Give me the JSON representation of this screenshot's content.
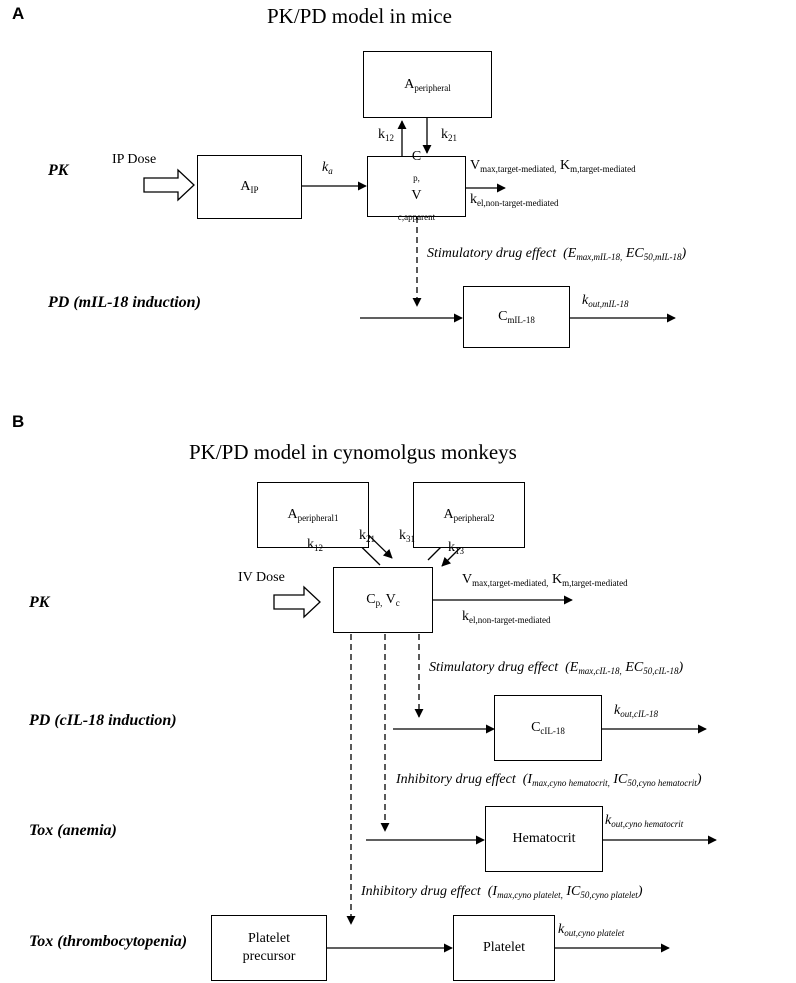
{
  "panelA": {
    "letter": "A",
    "title": "PK/PD model in mice",
    "rows": {
      "pk": "PK",
      "pd": "PD (mIL-18 induction)"
    },
    "input": "IP Dose",
    "boxes": {
      "peripheral": {
        "main": "A",
        "sub": "peripheral"
      },
      "ip": {
        "main": "A",
        "sub": "IP"
      },
      "central_line1_main": "C",
      "central_line1_sub": "p,",
      "central_line2_main": "V",
      "central_line2_sub": "c,apparent",
      "mil18": {
        "main": "C",
        "sub": "mIL-18"
      }
    },
    "rates": {
      "k12": {
        "main": "k",
        "sub": "12"
      },
      "k21": {
        "main": "k",
        "sub": "21"
      },
      "ka": {
        "main": "k",
        "sub": "a"
      },
      "vmax_main": "V",
      "vmax_sub": "max,target-mediated,",
      "km_main": "K",
      "km_sub": "m,target-mediated",
      "kel_main": "k",
      "kel_sub": "el,non-target-mediated",
      "kout_main": "k",
      "kout_sub": "out,mIL-18"
    },
    "effect": {
      "label": "Stimulatory drug effect",
      "open": "(E",
      "p1_sub": "max,mIL-18,",
      "mid": " EC",
      "p2_sub": "50,mIL-18",
      "close": ")"
    }
  },
  "panelB": {
    "letter": "B",
    "title": "PK/PD model in cynomolgus monkeys",
    "rows": {
      "pk": "PK",
      "pd": "PD (cIL-18 induction)",
      "tox_anemia": "Tox (anemia)",
      "tox_thrombo": "Tox (thrombocytopenia)"
    },
    "input": "IV Dose",
    "boxes": {
      "peripheral1": {
        "main": "A",
        "sub": "peripheral1"
      },
      "peripheral2": {
        "main": "A",
        "sub": "peripheral2"
      },
      "central_c": "C",
      "central_c_sub": "p,",
      "central_v": " V",
      "central_v_sub": "c",
      "cil18": {
        "main": "C",
        "sub": "cIL-18"
      },
      "hematocrit": "Hematocrit",
      "platelet_precursor_l1": "Platelet",
      "platelet_precursor_l2": "precursor",
      "platelet": "Platelet"
    },
    "rates": {
      "k12": {
        "main": "k",
        "sub": "12"
      },
      "k21": {
        "main": "k",
        "sub": "21"
      },
      "k31": {
        "main": "k",
        "sub": "31"
      },
      "k13": {
        "main": "k",
        "sub": "13"
      },
      "vmax_main": "V",
      "vmax_sub": "max,target-mediated,",
      "km_main": "K",
      "km_sub": "m,target-mediated",
      "kel_main": "k",
      "kel_sub": "el,non-target-mediated",
      "kout_cil18_main": "k",
      "kout_cil18_sub": "out,cIL-18",
      "kout_hem_main": "k",
      "kout_hem_sub": "out,cyno hematocrit",
      "kout_plt_main": "k",
      "kout_plt_sub": "out,cyno platelet"
    },
    "effects": {
      "stim": {
        "label": "Stimulatory drug effect",
        "open": "(E",
        "p1_sub": "max,cIL-18,",
        "mid": " EC",
        "p2_sub": "50,cIL-18",
        "close": ")"
      },
      "inhib_hem": {
        "label": "Inhibitory drug effect",
        "open": "(I",
        "p1_sub": "max,cyno hematocrit,",
        "mid": " IC",
        "p2_sub": "50,cyno hematocrit",
        "close": ")"
      },
      "inhib_plt": {
        "label": "Inhibitory drug effect",
        "open": "(I",
        "p1_sub": "max,cyno platelet,",
        "mid": " IC",
        "p2_sub": "50,cyno platelet",
        "close": ")"
      }
    }
  }
}
